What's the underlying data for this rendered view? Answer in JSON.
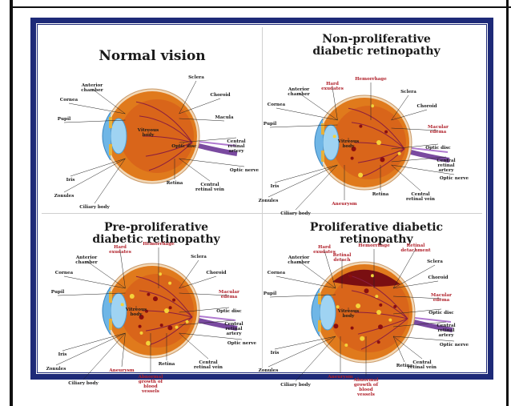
{
  "panels": [
    {
      "title": "Normal vision",
      "labels": [
        "Anterior chamber",
        "Cornea",
        "Pupil",
        "Iris",
        "Zonules",
        "Ciliary body",
        "Sclera",
        "Choroid",
        "Macula",
        "Central retinal artery",
        "Optic disc",
        "Vitreous body",
        "Retina",
        "Optic nerve",
        "Central retinal vein"
      ]
    },
    {
      "title": "Non-proliferative diabetic retinopathy",
      "labels": [
        "Anterior chamber",
        "Cornea",
        "Pupil",
        "Iris",
        "Zonules",
        "Ciliary body",
        "Hard exudates",
        "Hemorrhage",
        "Sclera",
        "Choroid",
        "Macular edema",
        "Optic disc",
        "Central retinal artery",
        "Vitreous body",
        "Aneurysm",
        "Retina",
        "Central retinal vein",
        "Optic nerve"
      ]
    },
    {
      "title": "Pre-proliferative diabetic retinopathy",
      "labels": [
        "Anterior chamber",
        "Cornea",
        "Pupil",
        "Iris",
        "Zonules",
        "Ciliary body",
        "Hard exudates",
        "Hemorrhage",
        "Sclera",
        "Choroid",
        "Macular edema",
        "Optic disc",
        "Central retinal artery",
        "Vitreous body",
        "Aneurysm",
        "Retina",
        "Abnormal growth of blood vessels",
        "Optic nerve",
        "Central retinal vein"
      ]
    },
    {
      "title": "Proliferative diabetic retinopathy",
      "labels": [
        "Anterior chamber",
        "Cornea",
        "Pupil",
        "Iris",
        "Zonules",
        "Ciliary body",
        "Hard exudates",
        "Retinal detach",
        "Hemorrhage",
        "Retinal detachment",
        "Sclera",
        "Choroid",
        "Macular edema",
        "Optic disc",
        "Central retinal artery",
        "Vitreous body",
        "Aneurysm",
        "Retina",
        "Abnormal growth of blood vessels",
        "Optic nerve",
        "Central retinal vein"
      ]
    }
  ],
  "colors": {
    "frame": "#1e2a78",
    "eye": "#e07a1c",
    "cornea": "#6fb6e6",
    "vessel": "#8b1e3f",
    "red_label": "#b0202a"
  }
}
